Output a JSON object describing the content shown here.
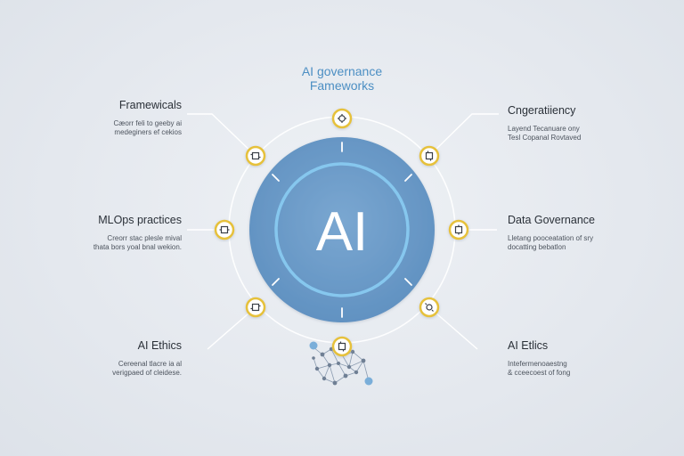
{
  "title_lines": [
    "AI governance",
    "Fameworks"
  ],
  "core_label": "AI",
  "nodes": [
    {
      "id": "frameworks",
      "side": "left",
      "title": "Framewicals",
      "desc": [
        "Cæorr feli to geeby ai",
        "medeginers ef cekios"
      ]
    },
    {
      "id": "mlops",
      "side": "left",
      "title": "MLOps practices",
      "desc": [
        "Creorr stac plesle mival",
        "thata bors yoal bnal wekion."
      ]
    },
    {
      "id": "ethics",
      "side": "left",
      "title": "AI Ethics",
      "desc": [
        "Cereenal tlacre ia al",
        "verigpaed of cleidese."
      ]
    },
    {
      "id": "congrat",
      "side": "right",
      "title": "Cngeratiiency",
      "desc": [
        "Layend Tecanuare ony",
        "Tesl Copanal Rovtaved"
      ]
    },
    {
      "id": "data-governance",
      "side": "right",
      "title": "Data Governance",
      "desc": [
        "Lletang pooceatation of sry",
        "docatting bebatlon"
      ]
    },
    {
      "id": "etlics",
      "side": "right",
      "title": "AI Etlics",
      "desc": [
        "Intefermenoaestng",
        "& cceecoest of fong"
      ]
    }
  ],
  "colors": {
    "accent": "#4c8fc3",
    "core_fill": "#6b9bc8",
    "core_ring": "#7fc3ec",
    "node_border": "#e6c13a",
    "line": "#ffffff"
  },
  "icons": [
    "gear-icon",
    "chip-icon",
    "network-icon"
  ]
}
